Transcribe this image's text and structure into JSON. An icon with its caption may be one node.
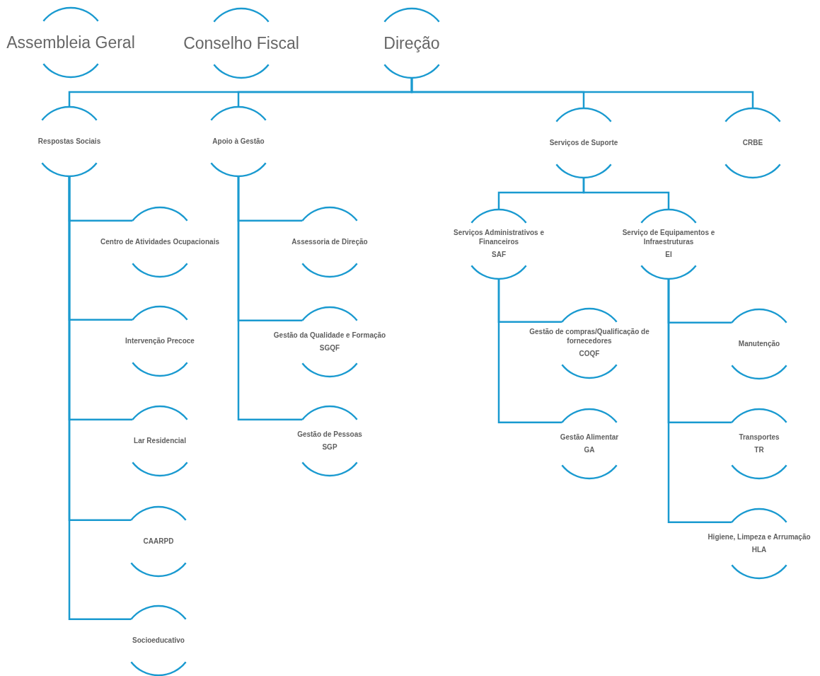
{
  "diagram": {
    "nodes": [
      {
        "text": [
          "Assembleia Geral"
        ]
      },
      {
        "text": [
          "Conselho Fiscal"
        ]
      },
      {
        "text": [
          "Direção"
        ]
      },
      {
        "text": [
          "Respostas Sociais"
        ]
      },
      {
        "text": [
          "Centro de Atividades Ocupacionais"
        ]
      },
      {
        "text": [
          "Intervenção Precoce"
        ]
      },
      {
        "text": [
          "Lar Residencial"
        ]
      },
      {
        "text": [
          "CAARPD"
        ]
      },
      {
        "text": [
          "Socioeducativo"
        ]
      },
      {
        "text": [
          "Apoio à Gestão"
        ]
      },
      {
        "text": [
          "Assessoria de Direção"
        ]
      },
      {
        "text": [
          "Gestão da Qualidade e Formação",
          "SGQF"
        ]
      },
      {
        "text": [
          "Gestão de Pessoas",
          "SGP"
        ]
      },
      {
        "text": [
          "Serviços de Suporte"
        ]
      },
      {
        "text": [
          "CRBE"
        ]
      },
      {
        "text": [
          "Serviços Administrativos e Financeiros",
          "SAF"
        ]
      },
      {
        "text": [
          "Serviço de Equipamentos e Infraestruturas",
          "EI"
        ]
      },
      {
        "text": [
          "Gestão de compras/Qualificação de fornecedores",
          "COQF"
        ]
      },
      {
        "text": [
          "Gestão Alimentar",
          "GA"
        ]
      },
      {
        "text": [
          "Manutenção"
        ]
      },
      {
        "text": [
          "Transportes",
          "TR"
        ]
      },
      {
        "text": [
          "Higiene, Limpeza e Arrumação",
          "HLA"
        ]
      }
    ],
    "edges": [
      {
        "from": 2,
        "to": 3,
        "arrow": "none"
      },
      {
        "from": 2,
        "to": 9,
        "arrow": "none"
      },
      {
        "from": 2,
        "to": 13,
        "arrow": "none"
      },
      {
        "from": 2,
        "to": 14,
        "arrow": "none"
      },
      {
        "from": 3,
        "to": 4,
        "arrow": "none"
      },
      {
        "from": 3,
        "to": 5,
        "arrow": "none"
      },
      {
        "from": 3,
        "to": 6,
        "arrow": "none"
      },
      {
        "from": 3,
        "to": 7,
        "arrow": "none"
      },
      {
        "from": 3,
        "to": 8,
        "arrow": "none"
      },
      {
        "from": 9,
        "to": 10,
        "arrow": "none"
      },
      {
        "from": 9,
        "to": 11,
        "arrow": "none"
      },
      {
        "from": 9,
        "to": 12,
        "arrow": "none"
      },
      {
        "from": 13,
        "to": 15,
        "arrow": "none"
      },
      {
        "from": 13,
        "to": 16,
        "arrow": "none"
      },
      {
        "from": 15,
        "to": 17,
        "arrow": "none"
      },
      {
        "from": 15,
        "to": 18,
        "arrow": "none"
      },
      {
        "from": 16,
        "to": 19,
        "arrow": "none"
      },
      {
        "from": 16,
        "to": 20,
        "arrow": "none"
      },
      {
        "from": 16,
        "to": 21,
        "arrow": "none"
      }
    ]
  }
}
